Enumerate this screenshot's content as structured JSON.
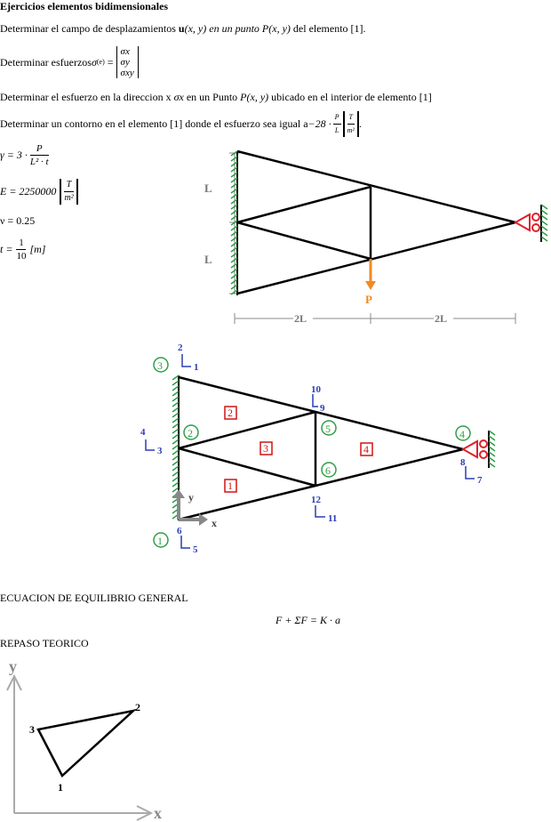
{
  "title": "Ejercicios elementos bidimensionales",
  "lines": {
    "l1_pre": "Determinar el campo de desplazamientos ",
    "l1_u": "u",
    "l1_mid": "(x, y) en un punto ",
    "l1_P": "P(x, y)",
    "l1_post": " del elemento [1].",
    "l2_pre": "Determinar esfuerzos ",
    "l2_sigma": "σ",
    "l2_sup": "(e)",
    "l2_eq": " = ",
    "l2_m1": "σx",
    "l2_m2": "σy",
    "l2_m3": "σxy",
    "l3_pre": "Determinar el esfuerzo en la direccion x ",
    "l3_sx": "σx",
    "l3_mid": " en un Punto ",
    "l3_P": "P(x, y)",
    "l3_post": " ubicado en el interior de elemento [1]",
    "l4_pre": "Determinar un contorno en el elemento [1] donde el esfuerzo sea igual a ",
    "l4_val": "−28 ·",
    "l4_fn": "P",
    "l4_fd": "L",
    "l4_un": "T",
    "l4_ud": "m²",
    "l4_post": "."
  },
  "params": {
    "gamma_lhs": "γ = 3 ·",
    "gamma_num": "P",
    "gamma_den": "L² · t",
    "E_lhs": "E = 2250000",
    "E_un": "T",
    "E_ud": "m²",
    "nu": "ν = 0.25",
    "t_lhs": "t =",
    "t_num": "1",
    "t_den": "10",
    "t_unit": "[m]"
  },
  "fig1": {
    "L_top": "L",
    "L_bot": "L",
    "load": "P",
    "dim_left": "2L",
    "dim_right": "2L"
  },
  "fig2": {
    "nodes": {
      "n1": "1",
      "n2": "2",
      "n3": "3",
      "n4": "4",
      "n5": "5",
      "n6": "6"
    },
    "elements": {
      "e1": "1",
      "e2": "2",
      "e3": "3",
      "e4": "4"
    },
    "dofs": {
      "d1": "1",
      "d2": "2",
      "d3": "3",
      "d4": "4",
      "d5": "5",
      "d6": "6",
      "d7": "7",
      "d8": "8",
      "d9": "9",
      "d10": "10",
      "d11": "11",
      "d12": "12"
    },
    "axis_x": "x",
    "axis_y": "y",
    "green": "#2e9e46",
    "red": "#d11414",
    "blue": "#2b3fb3"
  },
  "section1": "ECUACION DE EQUILIBRIO GENERAL",
  "equation": "F + ΣF = K · a",
  "section2": "REPASO TEORICO",
  "fig3": {
    "axis_y": "y",
    "axis_x": "x",
    "v1": "1",
    "v2": "2",
    "v3": "3"
  }
}
